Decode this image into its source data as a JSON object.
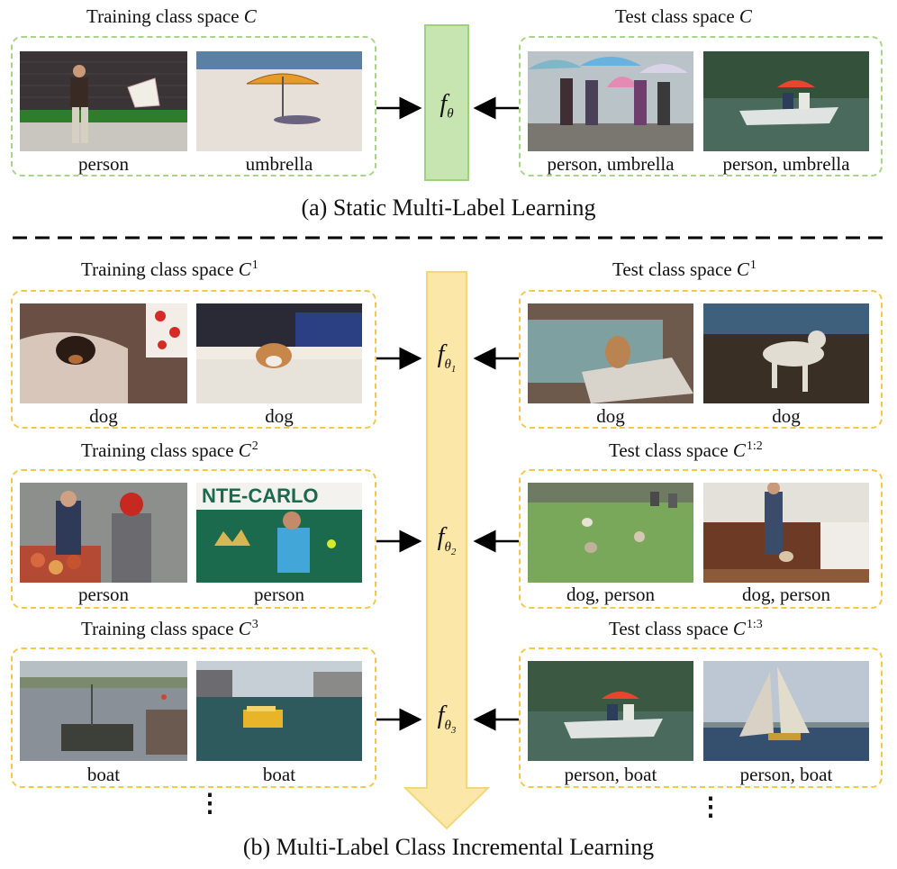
{
  "static": {
    "train_title": "Training class space",
    "train_symbol": "C",
    "test_title": "Test class space",
    "test_symbol": "C",
    "model": "θ",
    "train_labels": [
      "person",
      "umbrella"
    ],
    "test_labels": [
      "person, umbrella",
      "person, umbrella"
    ],
    "caption": "(a) Static Multi-Label Learning"
  },
  "incremental": {
    "caption": "(b) Multi-Label Class Incremental Learning",
    "stages": [
      {
        "train_title": "Training class space",
        "train_sup": "1",
        "test_title": "Test class space",
        "test_sup": "1",
        "model_sub": "1",
        "train_labels": [
          "dog",
          "dog"
        ],
        "test_labels": [
          "dog",
          "dog"
        ]
      },
      {
        "train_title": "Training class space",
        "train_sup": "2",
        "test_title": "Test class space",
        "test_sup": "1:2",
        "model_sub": "2",
        "train_labels": [
          "person",
          "person"
        ],
        "test_labels": [
          "dog, person",
          "dog, person"
        ]
      },
      {
        "train_title": "Training class space",
        "train_sup": "3",
        "test_title": "Test class space",
        "test_sup": "1:3",
        "model_sub": "3",
        "train_labels": [
          "boat",
          "boat"
        ],
        "test_labels": [
          "person, boat",
          "person, boat"
        ]
      }
    ],
    "ellipsis": "⋮"
  },
  "colors": {
    "static_border": "#a9d58a",
    "static_model_fill": "#c6e5b0",
    "incremental_border": "#f3c84b",
    "incremental_arrow_fill": "#fbe7a8"
  }
}
